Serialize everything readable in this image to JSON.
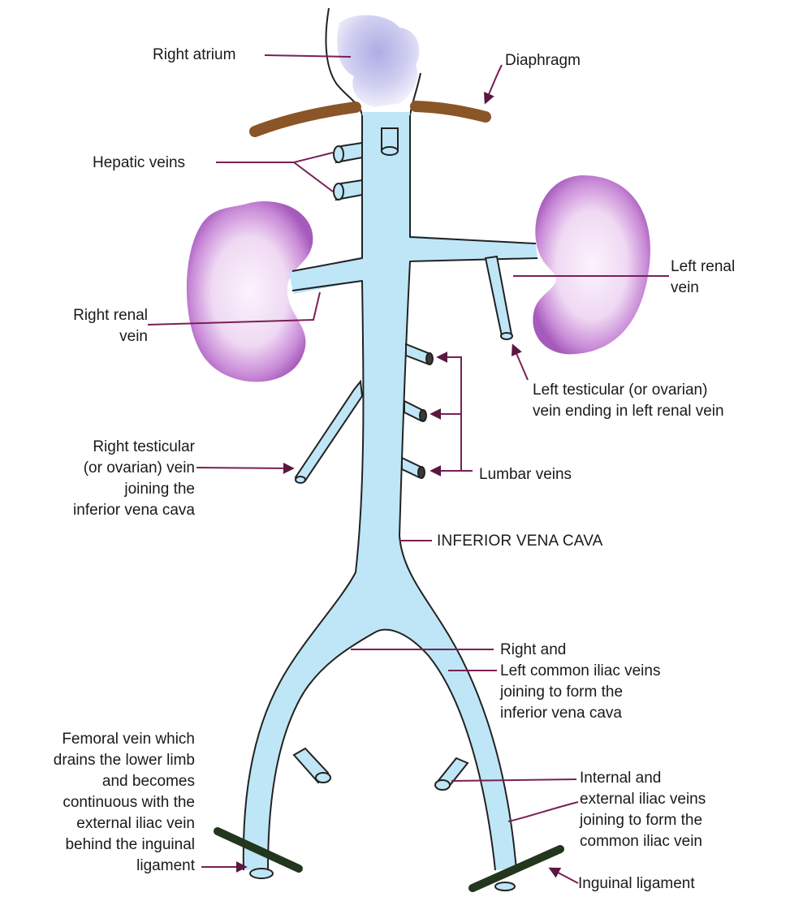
{
  "labels": {
    "right_atrium": "Right atrium",
    "diaphragm": "Diaphragm",
    "hepatic_veins": "Hepatic veins",
    "left_renal_vein": "Left renal\nvein",
    "right_renal_vein": "Right renal\nvein",
    "left_testicular_vein": "Left testicular (or ovarian)\nvein ending in left renal vein",
    "right_testicular_vein": "Right testicular\n(or ovarian) vein\njoining the\ninferior vena cava",
    "lumbar_veins": "Lumbar veins",
    "inferior_vena_cava": "INFERIOR VENA CAVA",
    "common_iliac_veins": "Right and\nLeft common iliac veins\njoining to form the\ninferior vena cava",
    "femoral_vein": "Femoral vein which\ndrains the lower limb\nand becomes\ncontinuous with the\nexternal iliac vein\nbehind the inguinal\nligament",
    "internal_external_iliac": "Internal and\nexternal iliac veins\njoining to form the\ncommon iliac vein",
    "inguinal_ligament": "Inguinal ligament"
  },
  "colors": {
    "vein": "#bfe6f7",
    "vein_outline": "#222222",
    "kidney_outer": "#b06cc4",
    "kidney_inner": "#f5e6f8",
    "diaphragm": "#8a5527",
    "ligament": "#23361e",
    "atrium": "#b5b3e6",
    "leader": "#7a1f55"
  }
}
